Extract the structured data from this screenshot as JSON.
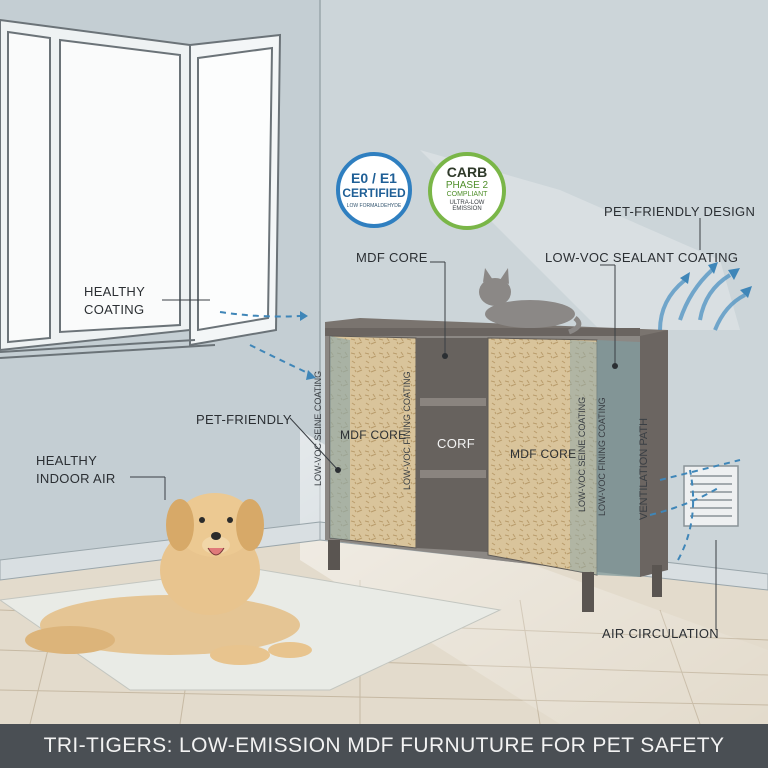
{
  "labels": {
    "healthy_coating": "HEALTHY COATING",
    "pet_friendly": "PET-FRIENDLY",
    "healthy_indoor_air": "HEALTHY INDOOR AIR",
    "mdf_core_top": "MDF CORE",
    "mdf_core_left": "MDF CORE",
    "core_middle": "CORF",
    "mdf_core_right": "MDF CORE",
    "pet_friendly_design": "PET-FRIENDLY DESIGN",
    "low_voc_sealant": "LOW-VOC SEALANT COATING",
    "air_circulation": "AIR CIRCULATION",
    "vertical_left_side": "LOW-VOC SEINE COATING",
    "vertical_left_inner": "LOW-VOC FINING COATING",
    "vertical_right_inner": "LOW-VOC SEINE COATING",
    "vertical_right_side": "LOW-VOC FINING COATING",
    "vertical_circulation": "VENTILATION PATH"
  },
  "badges": {
    "e0e1": {
      "line1": "E0 / E1",
      "line2": "CERTIFIED",
      "line3": "LOW FORMALDEHYDE"
    },
    "carb": {
      "line1": "CARB",
      "line2": "PHASE 2",
      "line3": "COMPLIANT",
      "line4": "ULTRA-LOW",
      "line5": "EMISSION"
    }
  },
  "footer": {
    "title": "TRI-TIGERS: LOW-EMISSION MDF FURNUTURE FOR PET SAFETY"
  },
  "colors": {
    "wall": "#c9d2d6",
    "floor": "#e4dccd",
    "cabinet": "#6f6a66",
    "mdf": "#d8c39a",
    "arrow": "#3f86b8",
    "footer": "#4a4f54",
    "badge_blue": "#2f7fc0",
    "badge_green": "#7ab648"
  }
}
